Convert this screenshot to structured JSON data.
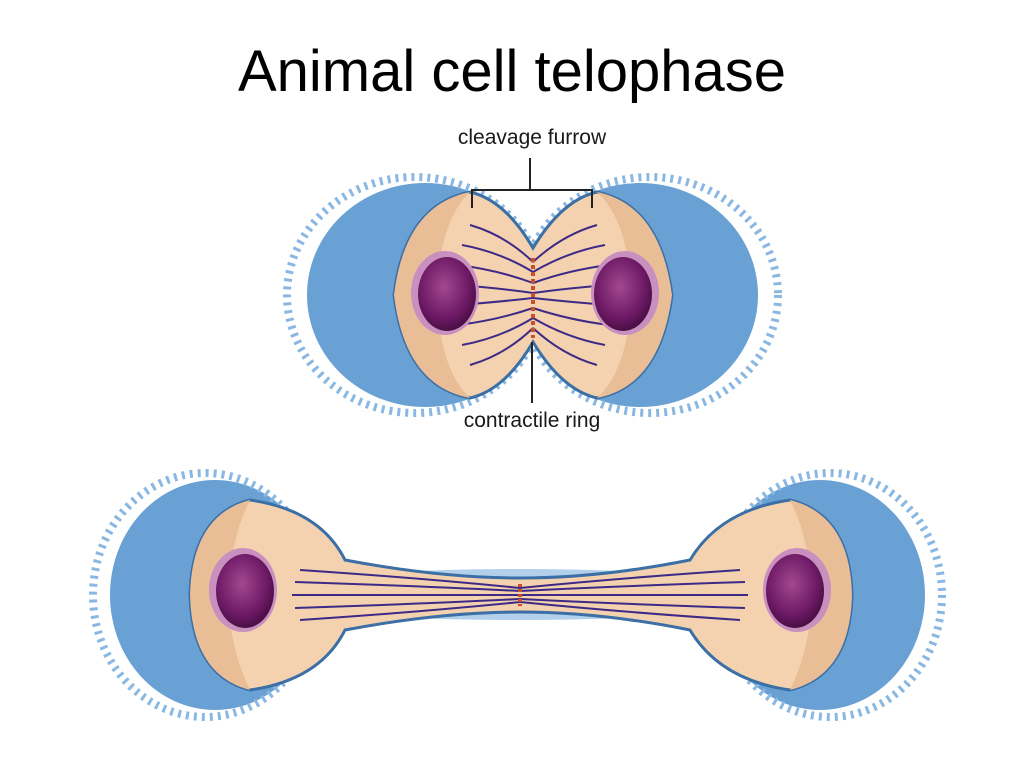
{
  "title": "Animal cell telophase",
  "labels": {
    "cleavage_furrow": "cleavage furrow",
    "contractile_ring": "contractile ring"
  },
  "colors": {
    "fuzz": "#5a97cf",
    "fuzz_dark": "#3f7fbf",
    "outline": "#3b6fa5",
    "cytoplasm": "#f4d2b0",
    "cytoplasm_shade": "#e9bd96",
    "nucleus": "#6e1a66",
    "nucleus_rim": "#c98fbf",
    "spindle": "#3c2a86",
    "ring": "#c8502a"
  }
}
